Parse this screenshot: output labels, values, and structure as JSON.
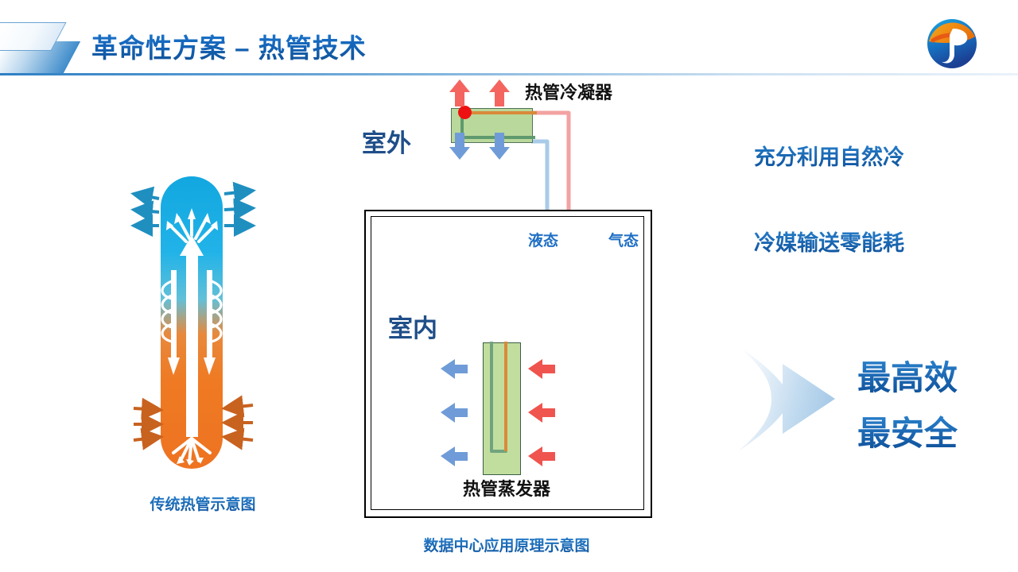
{
  "header": {
    "title": "革命性方案 – 热管技术",
    "logo_name": "company-globe-logo",
    "accent_color": "#1669c1"
  },
  "left_figure": {
    "caption": "传统热管示意图",
    "name": "classic-heat-pipe-diagram",
    "hot_color": "#ee7322",
    "cold_color": "#12a7e0"
  },
  "center_figure": {
    "caption": "数据中心应用原理示意图",
    "outdoor_label": "室外",
    "indoor_label": "室内",
    "condenser_label": "热管冷凝器",
    "evaporator_label": "热管蒸发器",
    "liquid_label": "液态",
    "gas_label": "气态",
    "hot_pipe_color": "#f6a8a8",
    "cold_pipe_color": "#a9cbe8",
    "unit_fill_color": "#c1de9e"
  },
  "right_points": {
    "point1": "充分利用自然冷",
    "point2": "冷媒输送零能耗",
    "conclusion1": "最高效",
    "conclusion2": "最安全"
  }
}
